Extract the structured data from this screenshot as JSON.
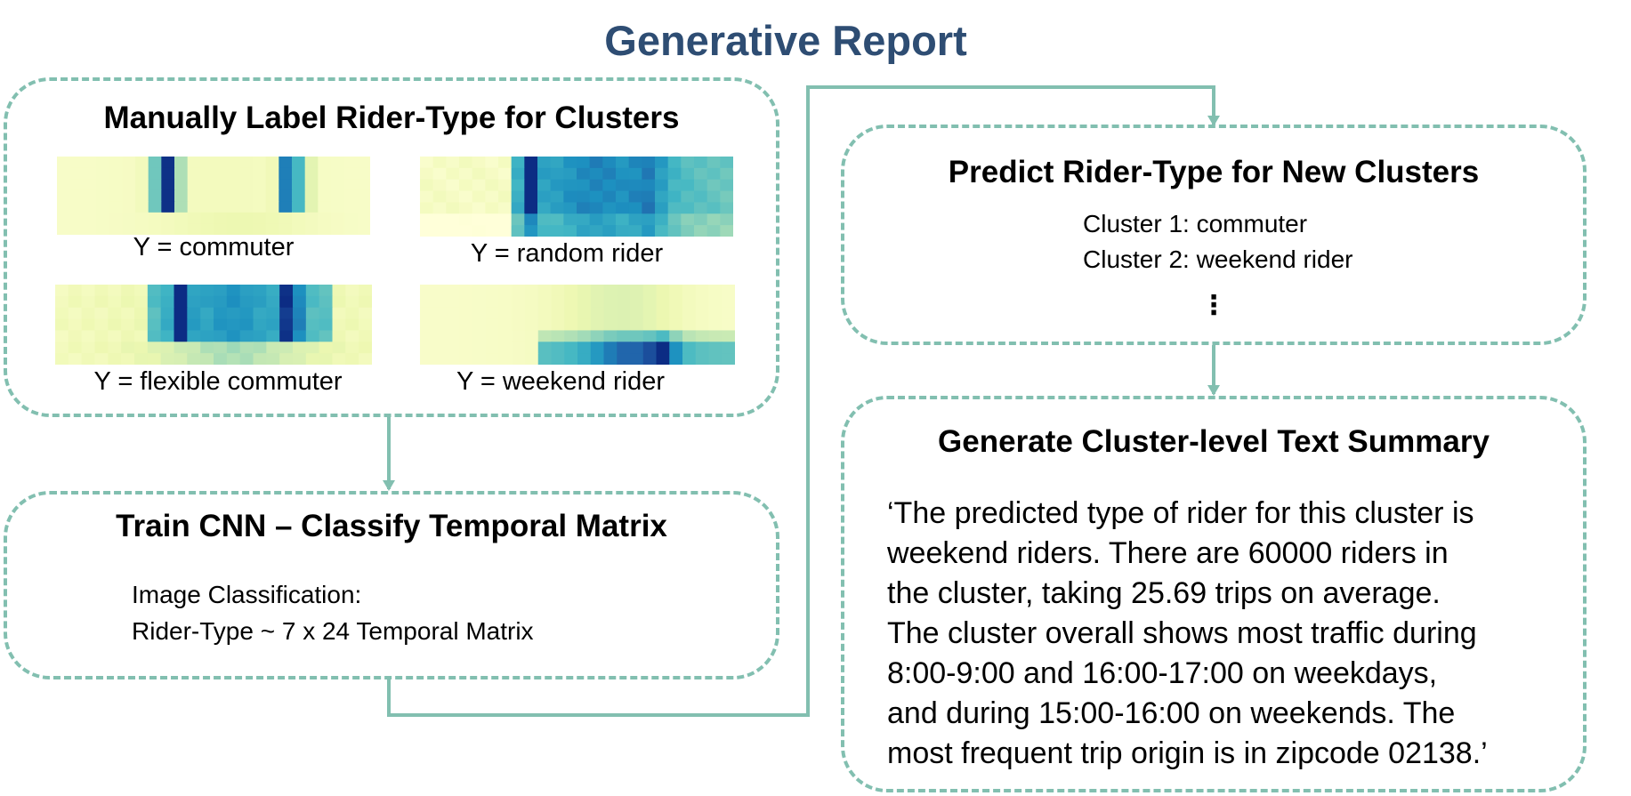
{
  "title": "Generative Report",
  "colors": {
    "title": "#2e4d73",
    "border": "#82bfb0",
    "connector": "#82bfb0"
  },
  "label_panel": {
    "heading": "Manually Label Rider-Type for Clusters",
    "examples": [
      {
        "label": "Y = commuter",
        "pattern": "commuter"
      },
      {
        "label": "Y = random rider",
        "pattern": "random"
      },
      {
        "label": "Y = flexible commuter",
        "pattern": "flexible"
      },
      {
        "label": "Y = weekend rider",
        "pattern": "weekend"
      }
    ]
  },
  "train_panel": {
    "heading": "Train CNN – Classify Temporal Matrix",
    "lines": [
      "Image Classification:",
      "Rider-Type ~ 7 x 24 Temporal Matrix"
    ]
  },
  "predict_panel": {
    "heading": "Predict Rider-Type for New Clusters",
    "lines": [
      "Cluster 1: commuter",
      "Cluster 2: weekend rider"
    ],
    "ellipsis": "⋮"
  },
  "summary_panel": {
    "heading": "Generate Cluster-level Text Summary",
    "lines": [
      "‘The predicted type of rider for this cluster is",
      "weekend riders. There are 60000 riders in",
      "the cluster, taking 25.69 trips on average.",
      "The cluster overall shows most traffic during",
      "8:00-9:00 and 16:00-17:00 on weekdays,",
      "and during 15:00-16:00 on weekends. The",
      "most frequent trip origin is in zipcode 02138.’"
    ]
  }
}
